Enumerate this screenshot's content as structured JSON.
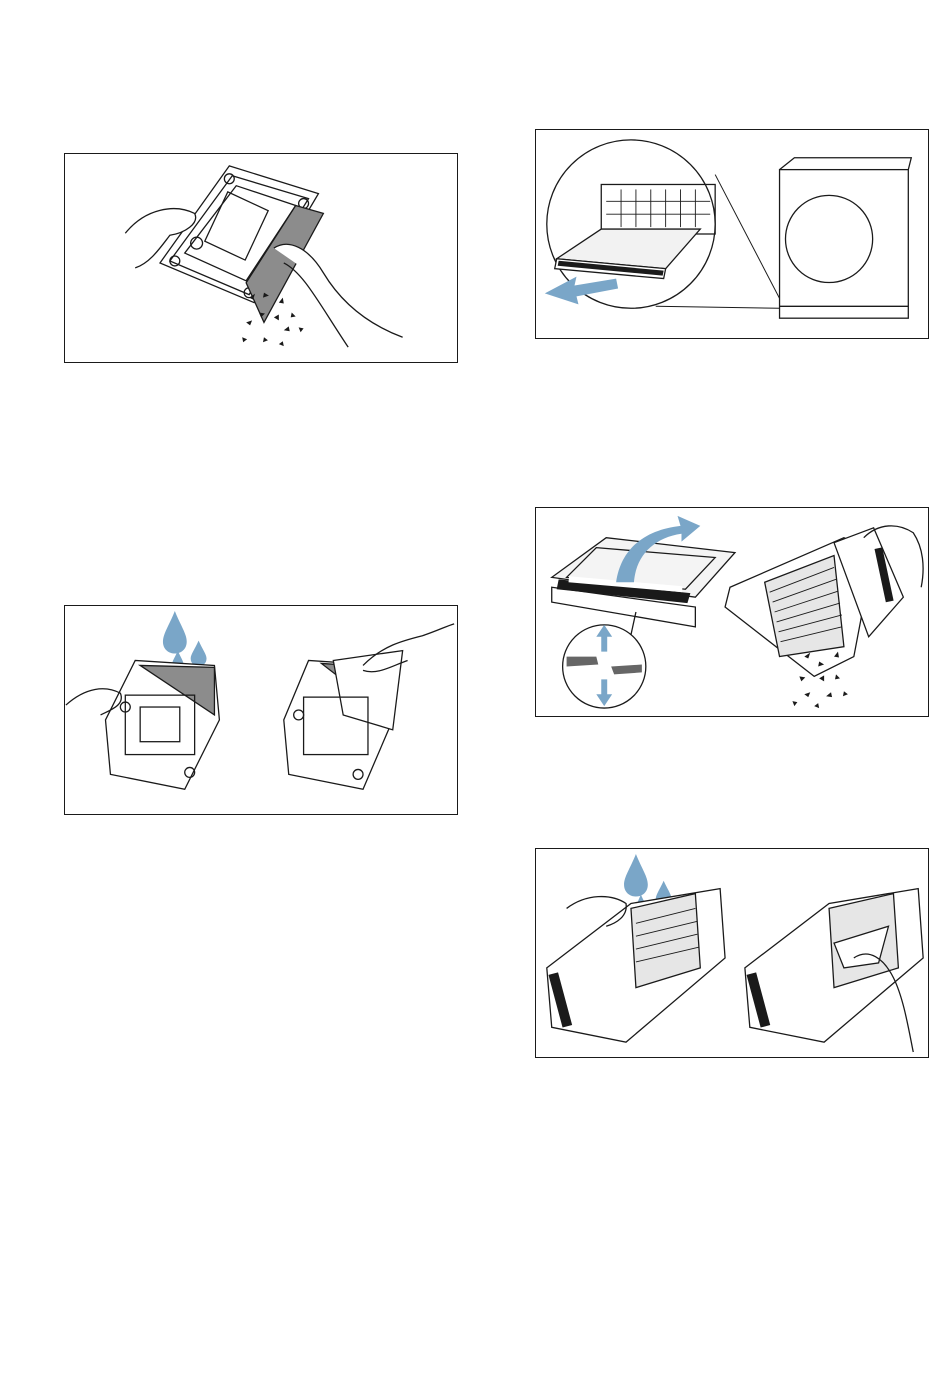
{
  "page": {
    "description_colors": {
      "line": "#1a1a1a",
      "water": "#7aa6c8",
      "filter_grey": "#8c8c8c",
      "light_grey": "#e6e6e6"
    },
    "figures": [
      {
        "id": "fig-1",
        "name": "empty-lint-filter-illustration"
      },
      {
        "id": "fig-2",
        "name": "remove-filter-drawer-illustration"
      },
      {
        "id": "fig-3",
        "name": "rinse-and-wipe-filter-illustration"
      },
      {
        "id": "fig-4",
        "name": "open-fine-filter-illustration"
      },
      {
        "id": "fig-5",
        "name": "rinse-and-wipe-fine-filter-illustration"
      }
    ]
  }
}
